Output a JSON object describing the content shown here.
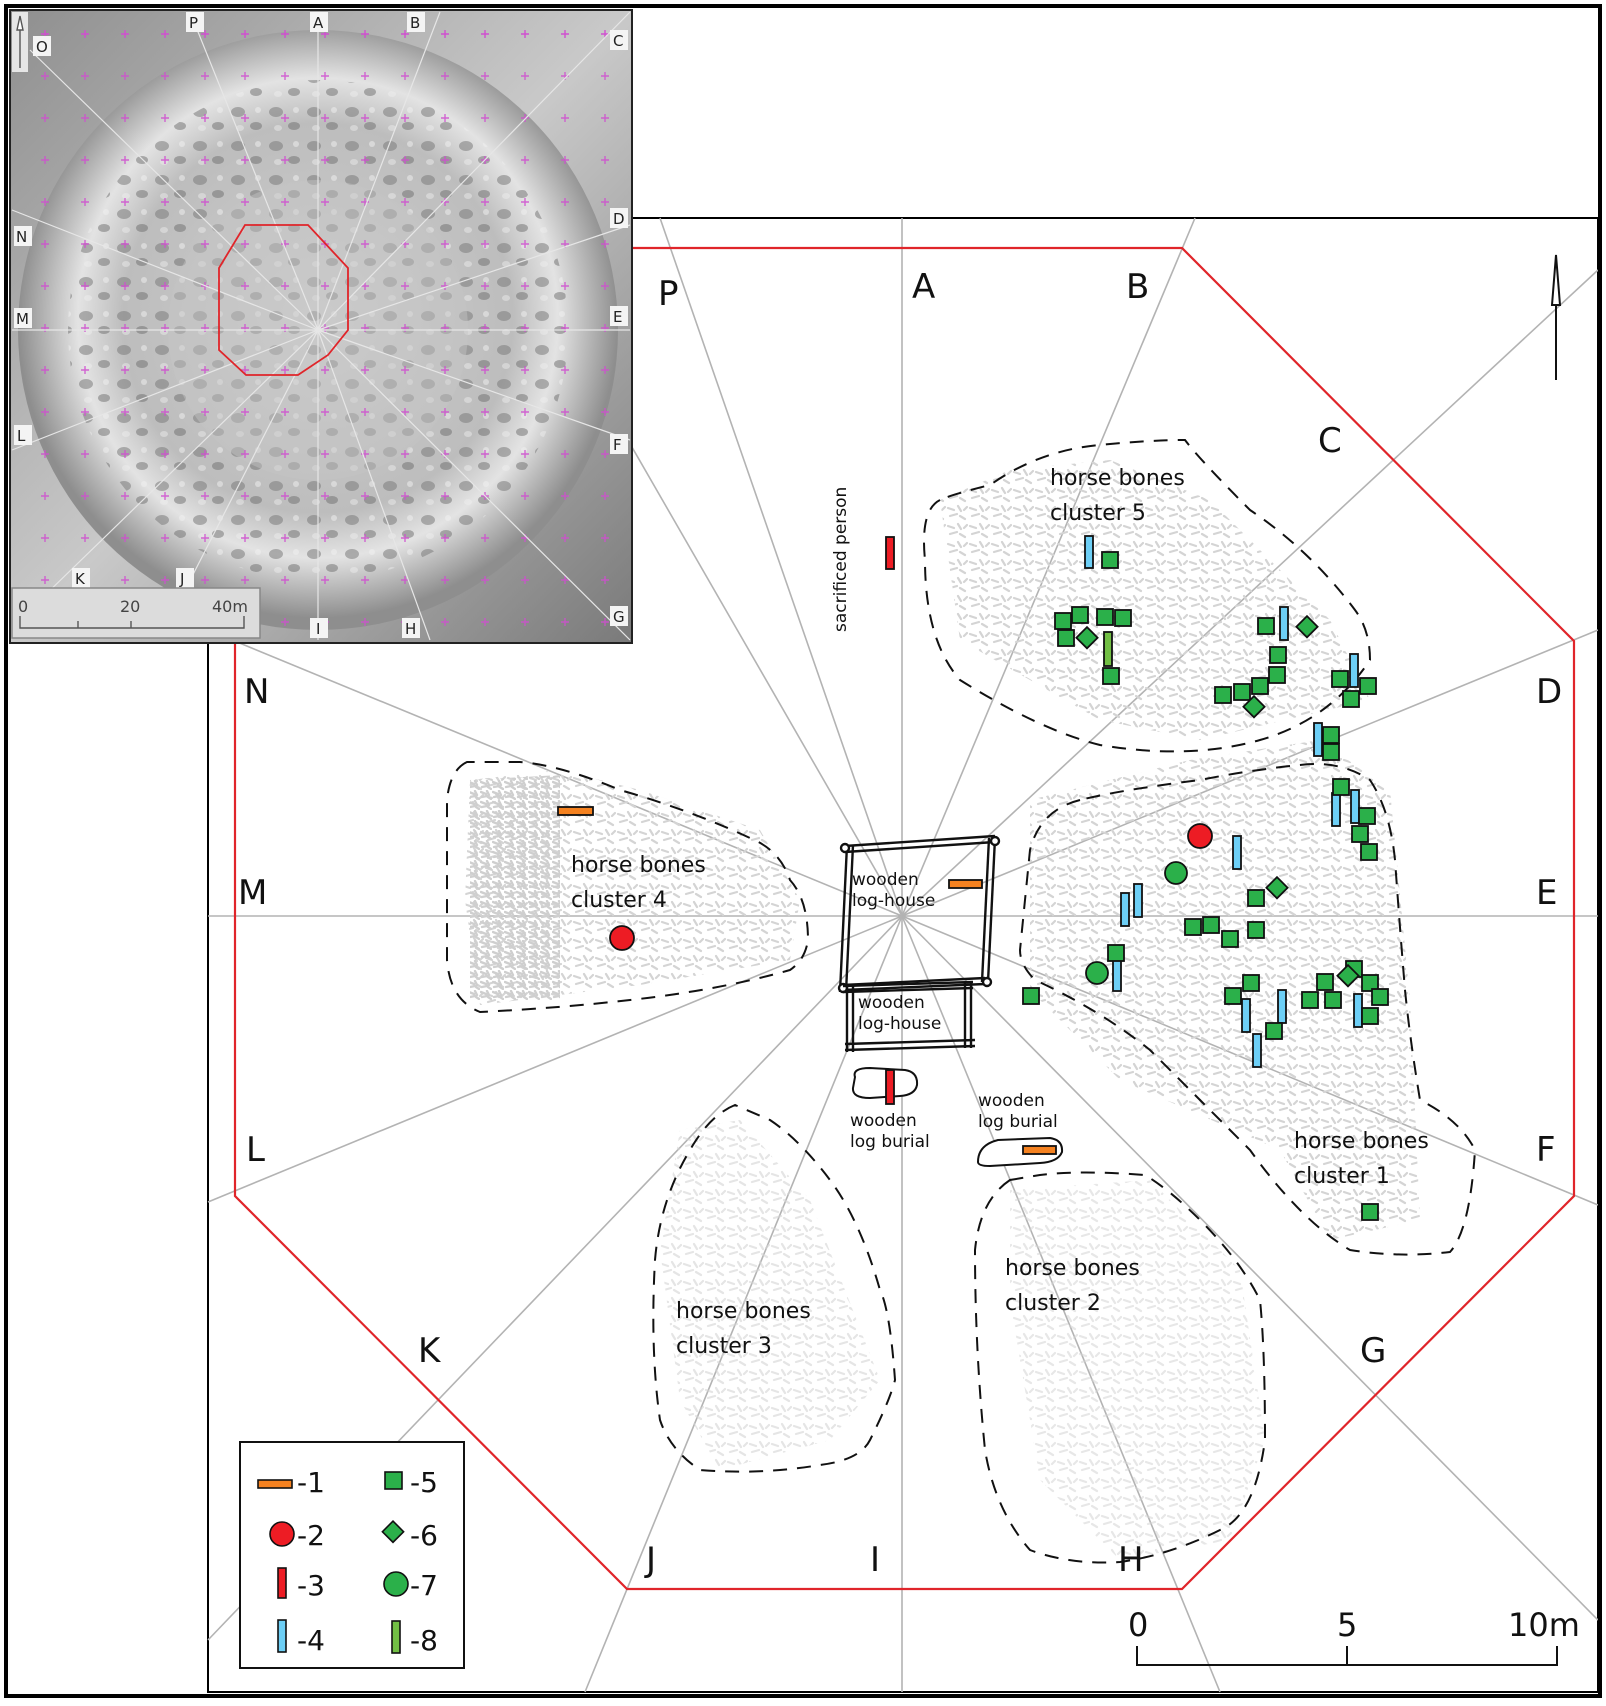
{
  "figure": {
    "type": "archaeological site plan",
    "inset": {
      "sector_labels": [
        "P",
        "A",
        "B",
        "C",
        "D",
        "E",
        "F",
        "G",
        "H",
        "I",
        "J",
        "K",
        "L",
        "M",
        "N",
        "O"
      ],
      "scale_bar": {
        "ticks": [
          "0",
          "20",
          "40m"
        ]
      },
      "north_arrow": true
    },
    "plan": {
      "sector_labels": [
        "P",
        "A",
        "B",
        "C",
        "D",
        "E",
        "F",
        "G",
        "H",
        "I",
        "J",
        "K",
        "L",
        "M",
        "N"
      ],
      "annotations": {
        "sacrificed_person": "sacrificed person",
        "log_house_1": [
          "wooden",
          "log-house"
        ],
        "log_house_2": [
          "wooden",
          "log-house"
        ],
        "log_burial_1": [
          "wooden",
          "log burial"
        ],
        "log_burial_2": [
          "wooden",
          "log burial"
        ]
      },
      "clusters": [
        {
          "id": 1,
          "label": [
            "horse bones",
            "cluster 1"
          ]
        },
        {
          "id": 2,
          "label": [
            "horse bones",
            "cluster 2"
          ]
        },
        {
          "id": 3,
          "label": [
            "horse bones",
            "cluster 3"
          ]
        },
        {
          "id": 4,
          "label": [
            "horse bones",
            "cluster 4"
          ]
        },
        {
          "id": 5,
          "label": [
            "horse bones",
            "cluster 5"
          ]
        }
      ],
      "scale_bar": {
        "ticks": [
          "0",
          "5",
          "10m"
        ]
      }
    },
    "legend": [
      {
        "key": "-1",
        "symbol": "horizontal-bar",
        "color": "#f58220"
      },
      {
        "key": "-2",
        "symbol": "circle",
        "color": "#ed1c24"
      },
      {
        "key": "-3",
        "symbol": "vertical-bar",
        "color": "#ed1c24"
      },
      {
        "key": "-4",
        "symbol": "vertical-bar",
        "color": "#6dcff6"
      },
      {
        "key": "-5",
        "symbol": "square",
        "color": "#2bb04a"
      },
      {
        "key": "-6",
        "symbol": "diamond",
        "color": "#2bb04a"
      },
      {
        "key": "-7",
        "symbol": "circle",
        "color": "#2bb04a"
      },
      {
        "key": "-8",
        "symbol": "vertical-bar",
        "color": "#72bf44"
      }
    ],
    "colors": {
      "octagon": "#e0252a",
      "radial_lines": "#b3b3b3",
      "bone_scatter": "#d4d4d4",
      "orange": "#f58220",
      "red": "#ed1c24",
      "blue": "#6dcff6",
      "green": "#2bb04a",
      "light_green": "#72bf44"
    }
  }
}
